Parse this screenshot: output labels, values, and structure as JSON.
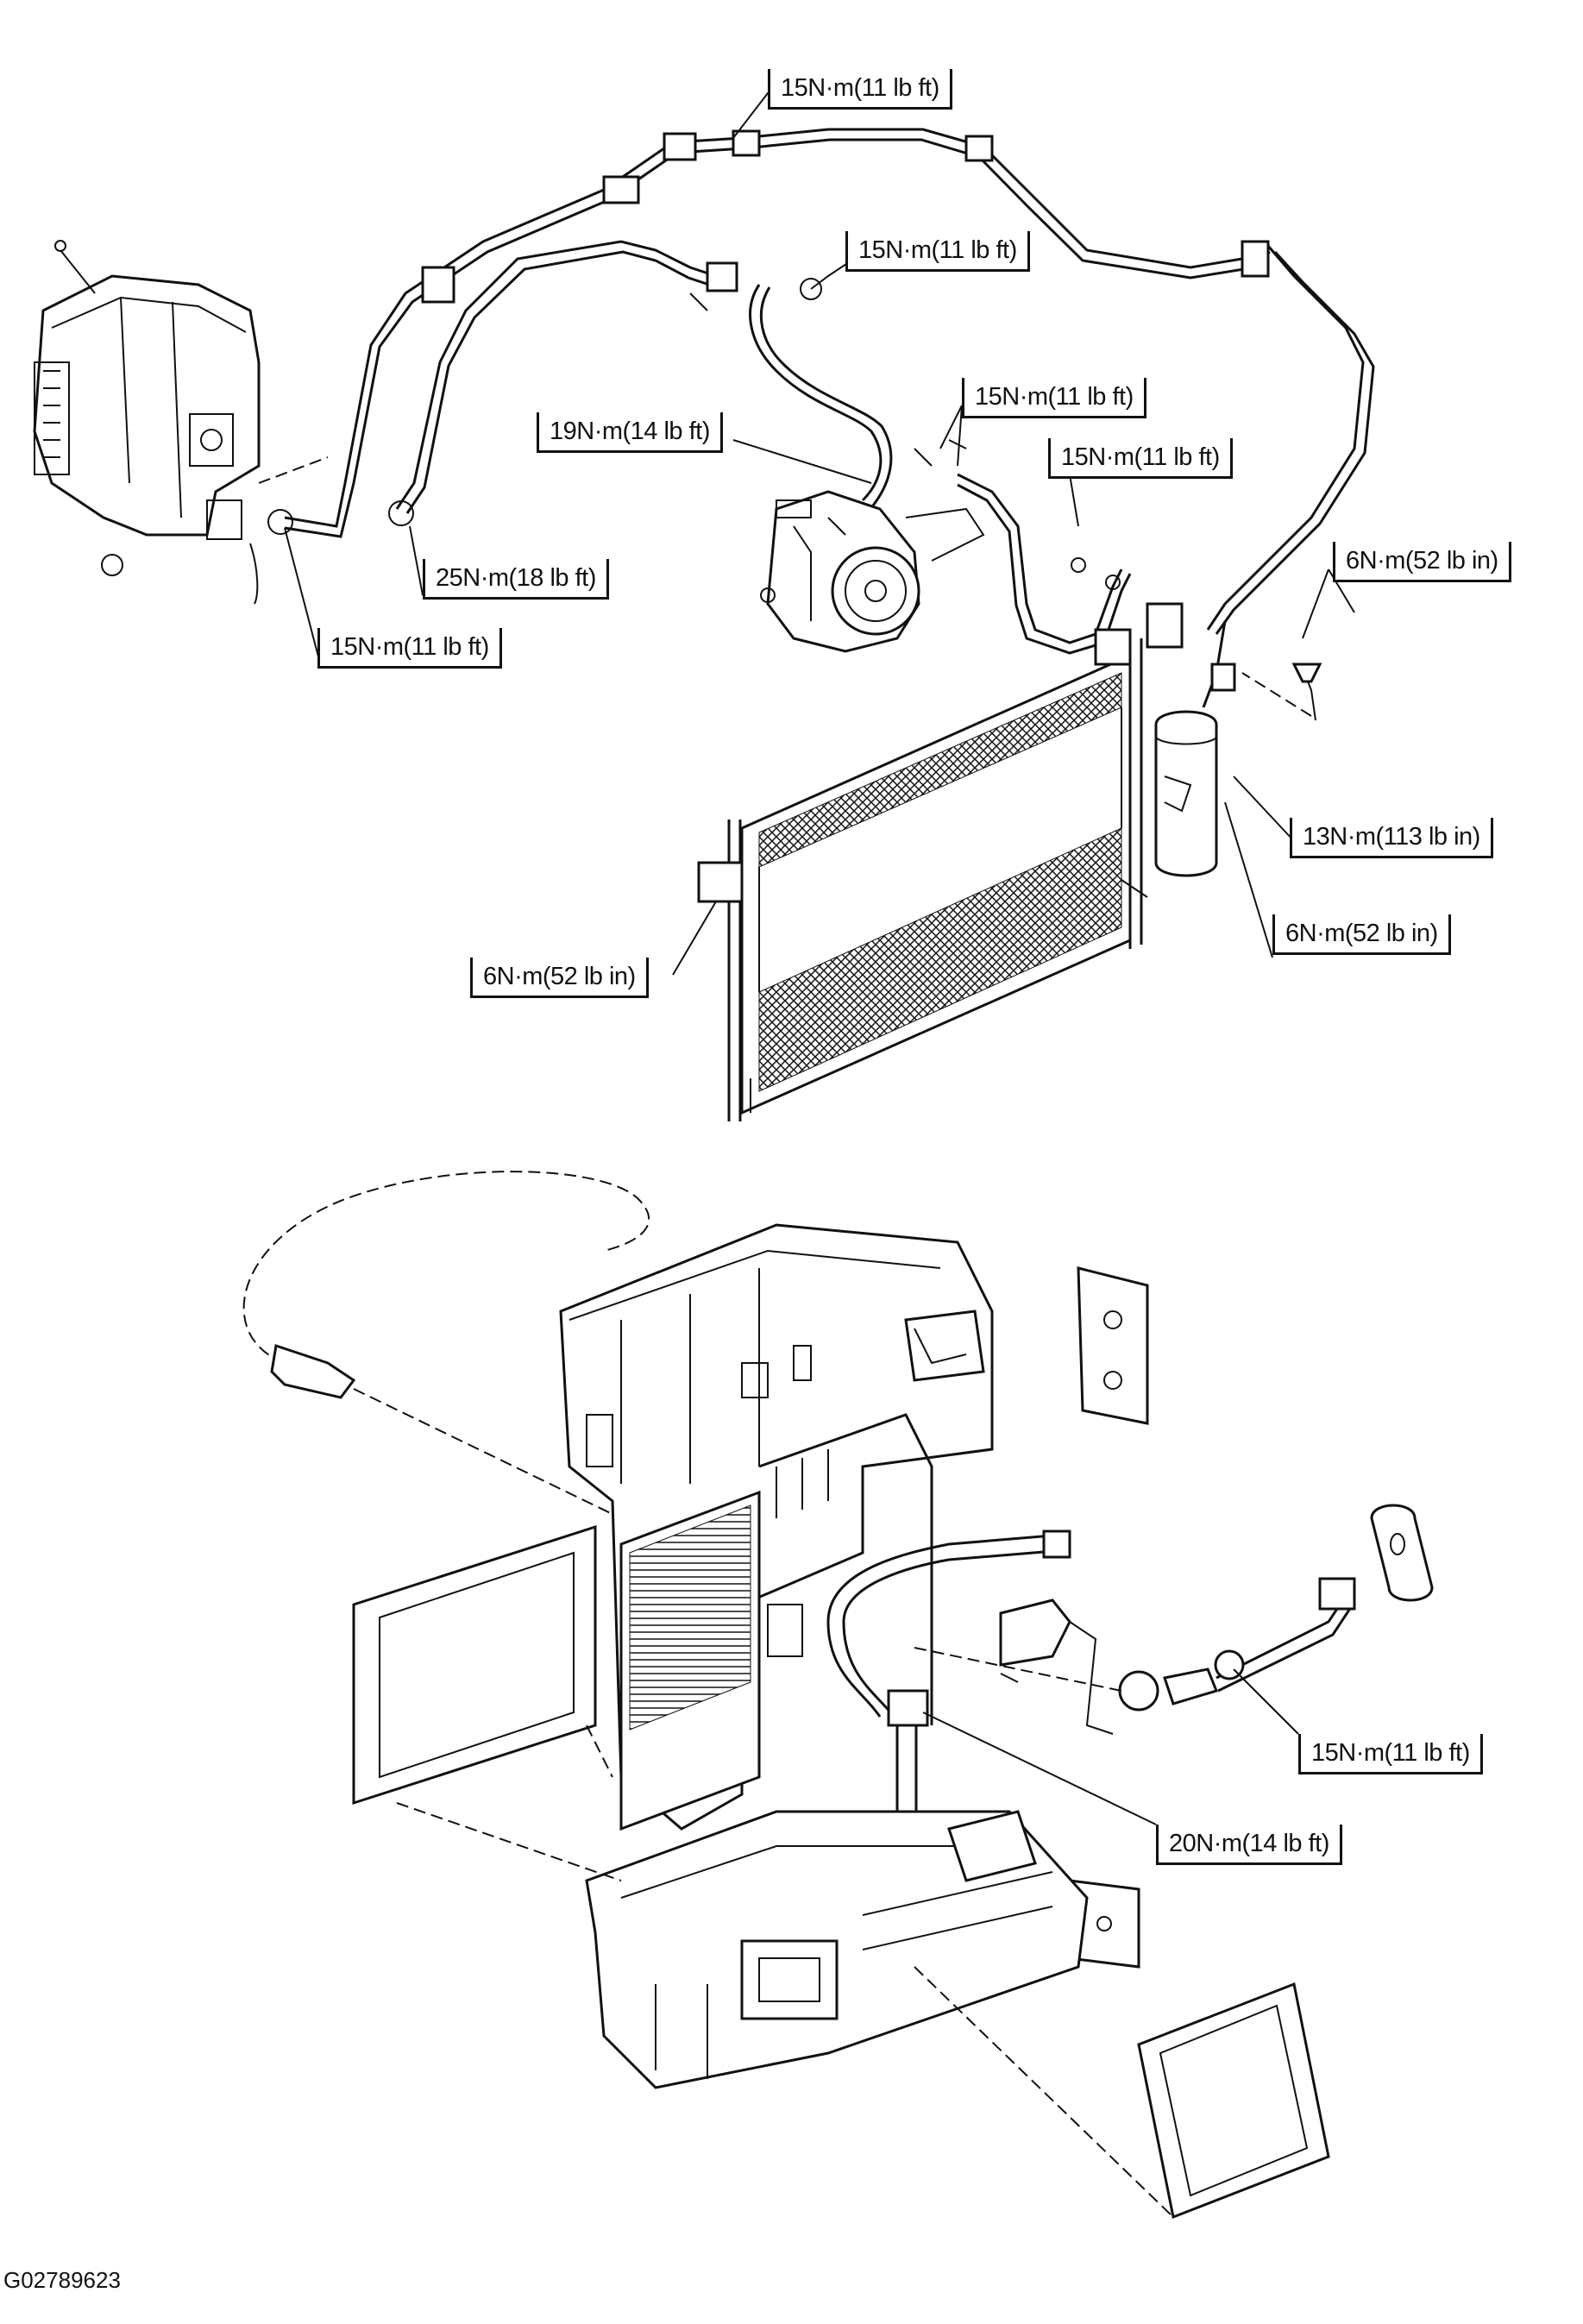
{
  "callouts": {
    "c1": "15N·m(11 lb ft)",
    "c2": "15N·m(11 lb ft)",
    "c3": "15N·m(11 lb ft)",
    "c4": "19N·m(14 lb ft)",
    "c5": "15N·m(11 lb ft)",
    "c6": "6N·m(52 lb in)",
    "c7": "25N·m(18 lb ft)",
    "c8": "15N·m(11 lb ft)",
    "c9": "13N·m(113 lb in)",
    "c10": "6N·m(52 lb in)",
    "c11": "6N·m(52 lb in)",
    "c12": "15N·m(11 lb ft)",
    "c13": "20N·m(14 lb ft)"
  },
  "figure_id": "G02789623"
}
